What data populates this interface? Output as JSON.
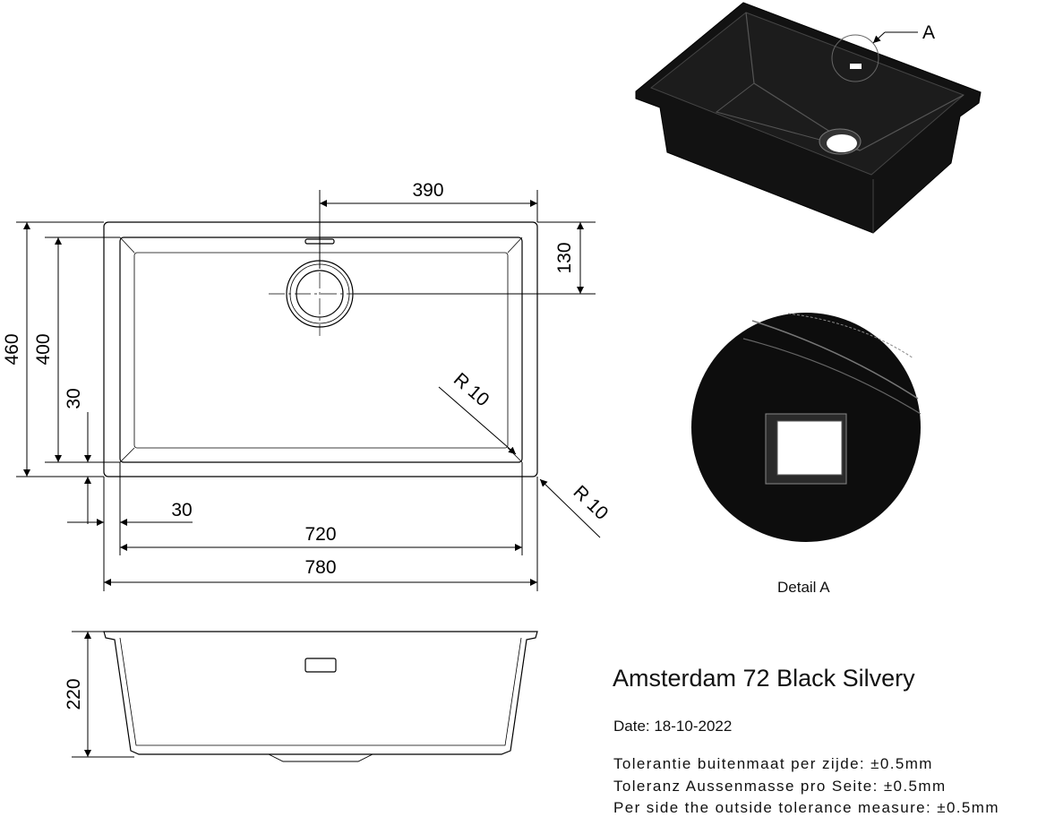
{
  "product": {
    "title": "Amsterdam 72 Black Silvery",
    "date": "Date: 18-10-2022",
    "tolerances": [
      "Tolerantie buitenmaat per zijde: ±0.5mm",
      "Toleranz Aussenmasse pro Seite: ±0.5mm",
      "Per side the outside tolerance measure: ±0.5mm"
    ]
  },
  "dimensions": {
    "drain_offset_x": "390",
    "drain_offset_y": "130",
    "outer_depth": "460",
    "inner_depth": "400",
    "rim_vertical": "30",
    "rim_horizontal": "30",
    "inner_width": "720",
    "outer_width": "780",
    "inner_radius": "R 10",
    "outer_radius": "R 10",
    "bowl_height": "220"
  },
  "detail": {
    "marker": "A",
    "label": "Detail A"
  },
  "colors": {
    "line": "#000000",
    "sink": "#111111"
  }
}
